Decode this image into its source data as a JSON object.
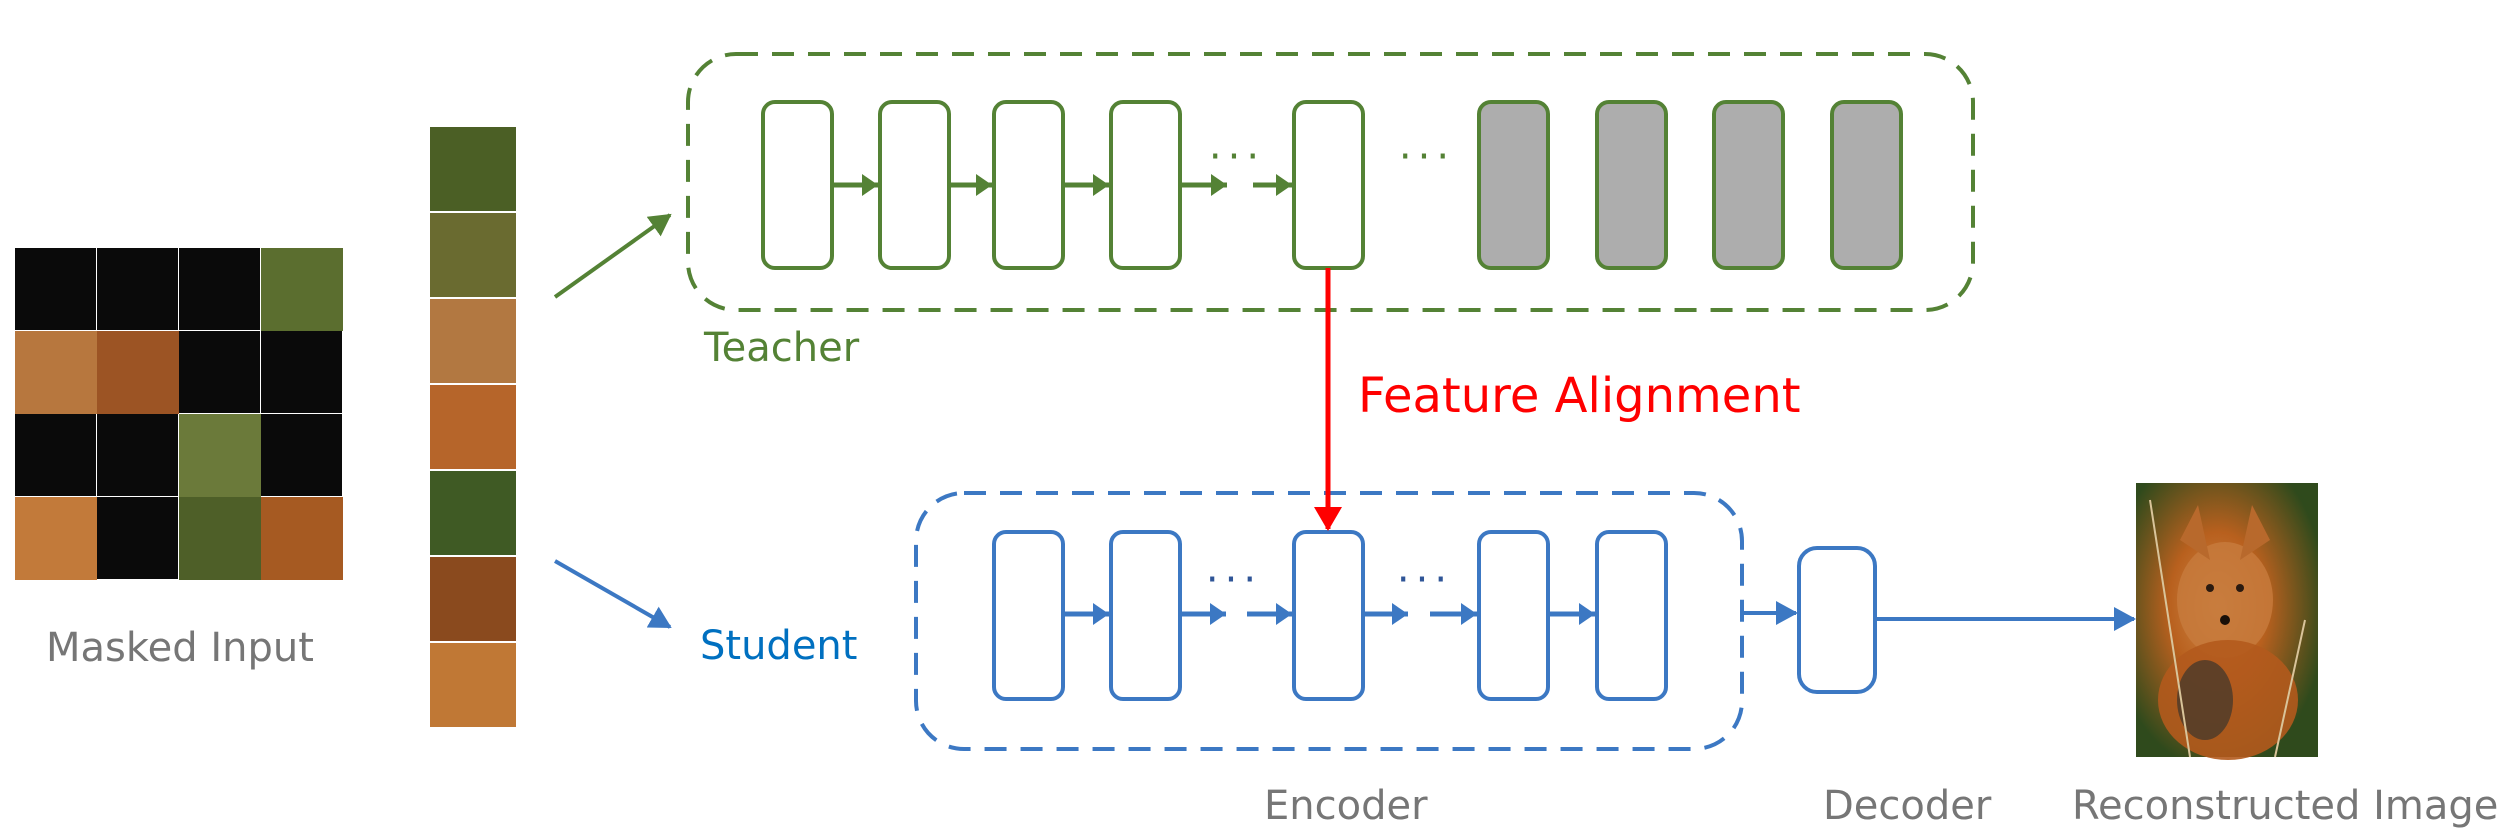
{
  "labels": {
    "masked_input": "Masked Input",
    "teacher": "Teacher",
    "student": "Student",
    "feature_alignment": "Feature Alignment",
    "encoder": "Encoder",
    "decoder": "Decoder",
    "reconstructed_image": "Reconstructed Image"
  },
  "colors": {
    "teacher": "#548235",
    "student": "#3C78C3",
    "student_text": "#0070C0",
    "alignment": "#FF0000",
    "frozen_block": "#ADADAD",
    "label_gray": "#767676"
  },
  "masked_input": {
    "grid_rows": 4,
    "grid_cols": 4,
    "visible_patches": [
      [
        0,
        3
      ],
      [
        1,
        0
      ],
      [
        1,
        1
      ],
      [
        2,
        2
      ],
      [
        3,
        0
      ],
      [
        3,
        2
      ],
      [
        3,
        3
      ]
    ]
  },
  "patch_sequence": {
    "count": 7
  },
  "teacher": {
    "blocks": [
      {
        "frozen": false
      },
      {
        "frozen": false
      },
      {
        "frozen": false
      },
      {
        "frozen": false
      },
      {
        "frozen": false,
        "aligned": true
      },
      {
        "frozen": true
      },
      {
        "frozen": true
      },
      {
        "frozen": true
      },
      {
        "frozen": true
      }
    ],
    "ellipsis": "···"
  },
  "student": {
    "encoder_blocks": 5,
    "aligned_block_index": 2,
    "ellipsis": "···"
  }
}
